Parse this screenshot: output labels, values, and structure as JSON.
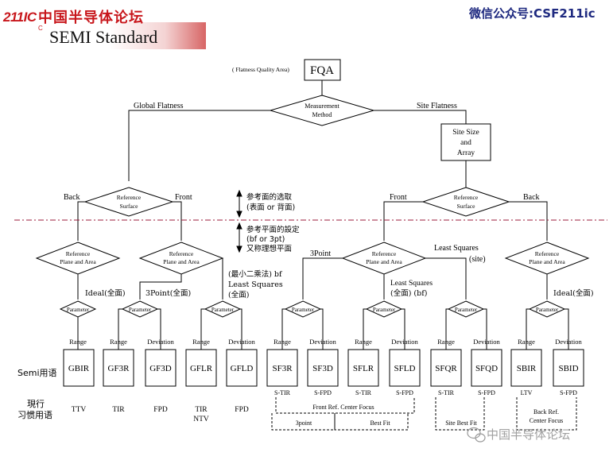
{
  "header": {
    "logo_number": "211IC",
    "logo_text": "中国半导体论坛",
    "logo_sub": "C",
    "title": "SEMI Standard",
    "wechat": "微信公众号:CSF211ic"
  },
  "fqa": {
    "note": "( Flatness Quality Area)",
    "label": "FQA"
  },
  "measurement": {
    "line1": "Measurement",
    "line2": "Method"
  },
  "branches": {
    "global": "Global Flatness",
    "site": "Site Flatness"
  },
  "site_size": {
    "line1": "Site Size",
    "line2": "and",
    "line3": "Array"
  },
  "ref_surface": {
    "line1": "Reference",
    "line2": "Surface",
    "back": "Back",
    "front": "Front"
  },
  "annot_surface": {
    "line1": "参考面的选取",
    "line2": "(表面 or 背面)"
  },
  "annot_plane": {
    "line1": "参考平面的設定",
    "line2": "(bf or 3pt)",
    "line3": "又称理想平面"
  },
  "ref_plane": {
    "line1": "Reference",
    "line2": "Plane and Area"
  },
  "labels": {
    "ideal": "Ideal(全面)",
    "three_point_full": "3Point(全面)",
    "bf_line1": "(最小二乘法) bf",
    "bf_line2": "Least Squares",
    "bf_line3": "(全面)",
    "three_point": "3Point",
    "least_squares": "Least Squares",
    "site": "(site)",
    "ls_bf_line1": "Least Squares",
    "ls_bf_line2": "(全面) (bf)",
    "parameter": "Parameter",
    "range": "Range",
    "deviation": "Deviation"
  },
  "semi_label": "Semi用语",
  "common_label": {
    "line1": "現行",
    "line2": "习惯用语"
  },
  "codes": [
    "GBIR",
    "GF3R",
    "GF3D",
    "GFLR",
    "GFLD",
    "SF3R",
    "SF3D",
    "SFLR",
    "SFLD",
    "SFQR",
    "SFQD",
    "SBIR",
    "SBID"
  ],
  "common_terms": [
    "TTV",
    "TIR",
    "FPD",
    "TIR",
    "FPD"
  ],
  "common_terms_extra": "NTV",
  "site_terms": [
    "S-TIR",
    "S-FPD",
    "S-TIR",
    "S-FPD",
    "S-TIR",
    "S-FPD",
    "LTV",
    "S-FPD"
  ],
  "groups": {
    "front_ref": "Front Ref. Center Focus",
    "three_point": "3point",
    "best_fit": "Best Fit",
    "site_best_fit": "Site Best Fit",
    "back_ref_line1": "Back Ref.",
    "back_ref_line2": "Center Focus"
  },
  "watermark": "中国半导体论坛",
  "colors": {
    "accent_red": "#c8171c",
    "wechat_blue": "#1f2a80",
    "divider": "#9b1b3b"
  }
}
